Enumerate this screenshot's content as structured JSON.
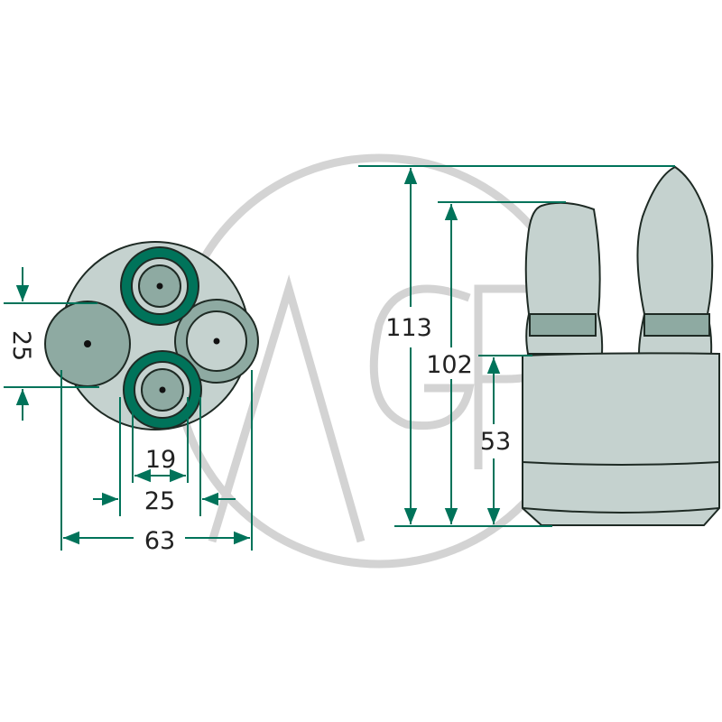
{
  "watermark": {
    "text": "AGP",
    "color": "#bdbdbd"
  },
  "colors": {
    "dimension": "#00735a",
    "body": "#c5d2cf",
    "dark_fill": "#8eaaa2",
    "ring": "#00735a",
    "outline": "#1e2a24"
  },
  "front_view": {
    "dimensions": {
      "pin_spacing_vertical": "25",
      "inner_diameter": "19",
      "outer_ring_diameter": "25",
      "overall_diameter": "63"
    }
  },
  "side_view": {
    "dimensions": {
      "total_height": "113",
      "short_pin_height": "102",
      "body_height": "53"
    }
  }
}
